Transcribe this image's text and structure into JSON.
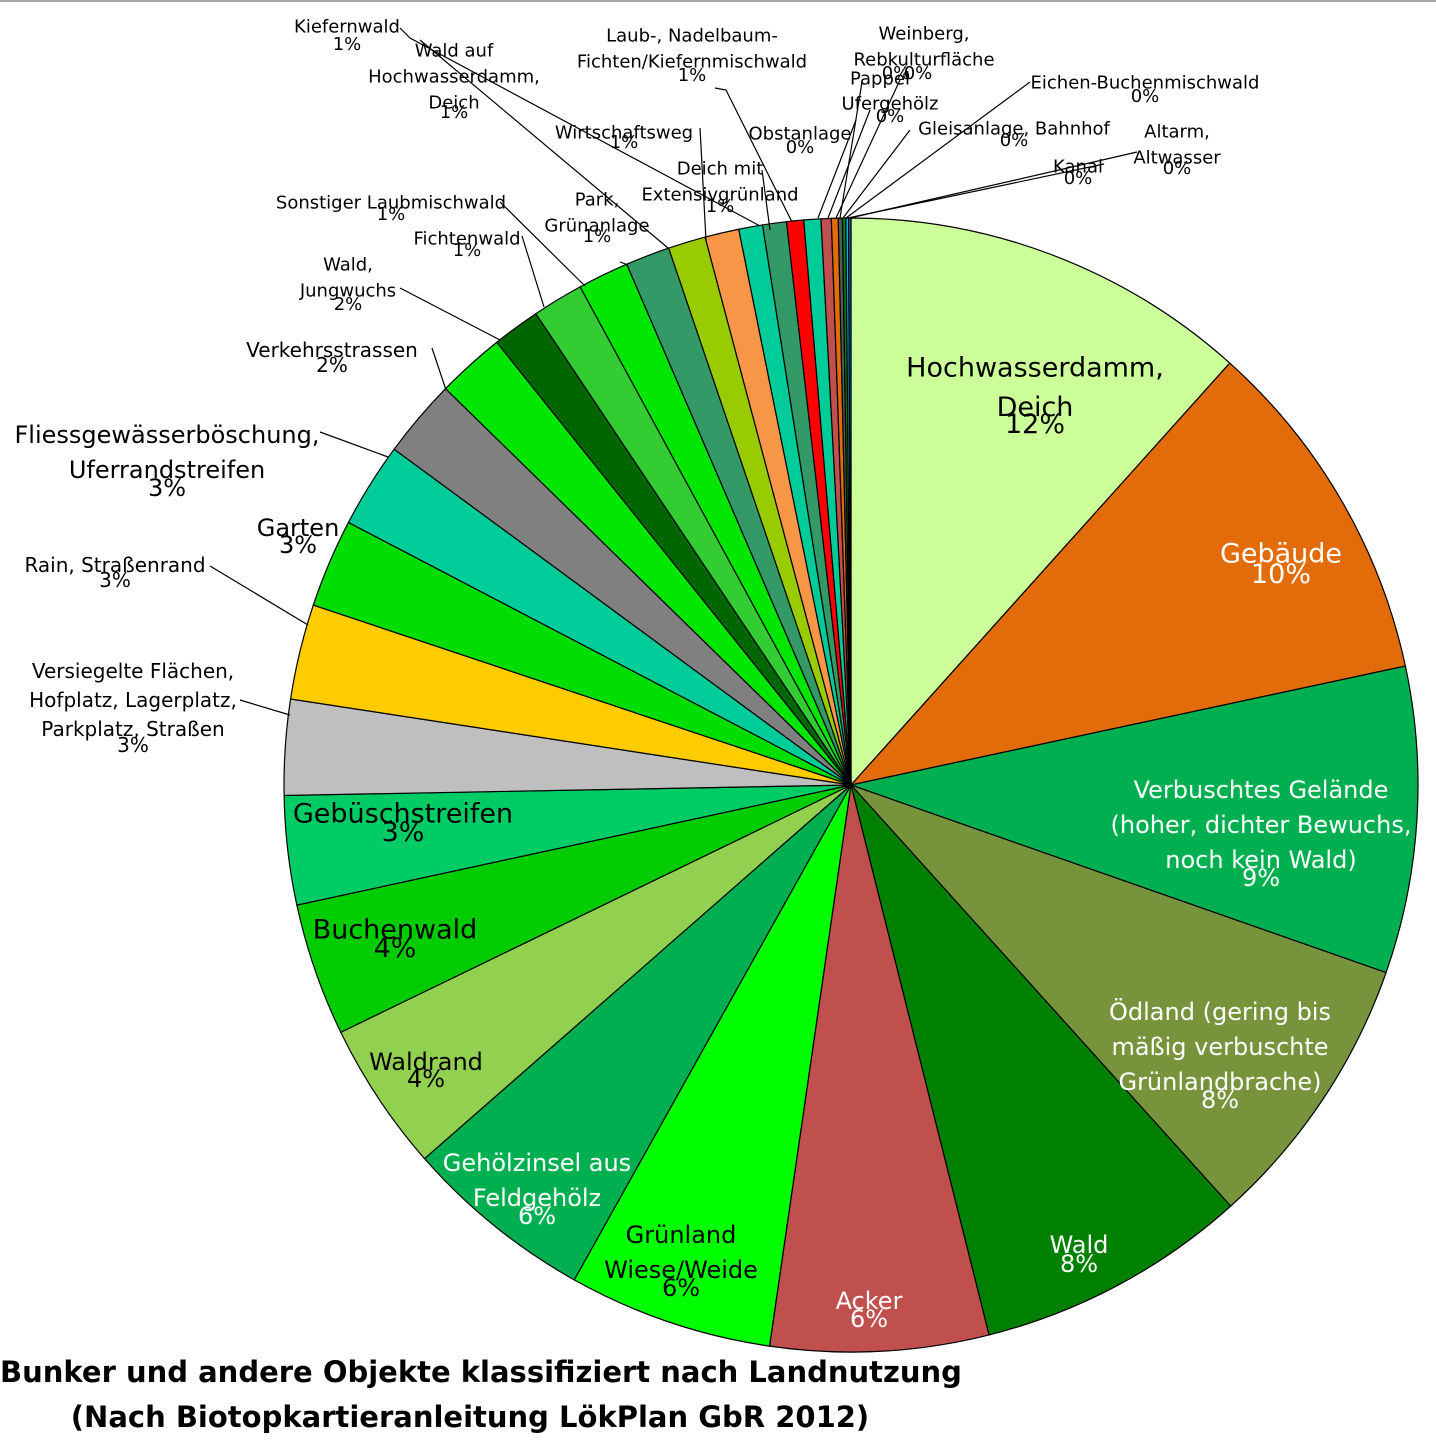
{
  "chart_data": {
    "type": "pie",
    "title": "Bunker und andere Objekte klassifiziert nach Landnutzung",
    "subtitle": "(Nach Biotopkartieranleitung LökPlan GbR 2012)",
    "legend": "none",
    "slices": [
      {
        "label": "Hochwasserdamm, Deich",
        "display": "12%",
        "value": 12.0,
        "color": "#ccff99",
        "text_color": "#000000"
      },
      {
        "label": "Gebäude",
        "display": "10%",
        "value": 10.3,
        "color": "#e26b0a",
        "text_color": "#ffffff"
      },
      {
        "label": "Verbuschtes Gelände (hoher, dichter Bewuchs, noch kein Wald)",
        "display": "9%",
        "value": 9.0,
        "color": "#00b050",
        "text_color": "#ffffff"
      },
      {
        "label": "Ödland (gering bis mäßig verbuschte Grünlandbrache)",
        "display": "8%",
        "value": 8.2,
        "color": "#77933c",
        "text_color": "#ffffff"
      },
      {
        "label": "Wald",
        "display": "8%",
        "value": 8.0,
        "color": "#008000",
        "text_color": "#ffffff"
      },
      {
        "label": "Acker",
        "display": "6%",
        "value": 6.4,
        "color": "#c0504d",
        "text_color": "#ffffff"
      },
      {
        "label": "Grünland Wiese/Weide",
        "display": "6%",
        "value": 6.0,
        "color": "#00ff00",
        "text_color": "#000000"
      },
      {
        "label": "Gehölzinsel aus Feldgehölz",
        "display": "6%",
        "value": 5.6,
        "color": "#00b050",
        "text_color": "#ffffff"
      },
      {
        "label": "Waldrand",
        "display": "4%",
        "value": 4.4,
        "color": "#92d050",
        "text_color": "#000000"
      },
      {
        "label": "Buchenwald",
        "display": "4%",
        "value": 3.9,
        "color": "#00cc00",
        "text_color": "#000000"
      },
      {
        "label": "Gebüschstreifen",
        "display": "3%",
        "value": 3.2,
        "color": "#00cc66",
        "text_color": "#000000"
      },
      {
        "label": "Versiegelte Flächen, Hofplatz, Lagerplatz, Parkplatz, Straßen",
        "display": "3%",
        "value": 2.8,
        "color": "#bfbfbf",
        "text_color": "#000000"
      },
      {
        "label": "Rain, Straßenrand",
        "display": "3%",
        "value": 2.8,
        "color": "#ffcc00",
        "text_color": "#000000"
      },
      {
        "label": "Garten",
        "display": "3%",
        "value": 2.6,
        "color": "#00dd00",
        "text_color": "#000000"
      },
      {
        "label": "Fliessgewässerböschung, Uferrandstreifen",
        "display": "3%",
        "value": 2.5,
        "color": "#00cc99",
        "text_color": "#000000"
      },
      {
        "label": "Verkehrsstrassen",
        "display": "2%",
        "value": 2.3,
        "color": "#808080",
        "text_color": "#000000"
      },
      {
        "label": "Wald, Jungwuchs",
        "display": "2%",
        "value": 2.0,
        "color": "#00e600",
        "text_color": "#000000"
      },
      {
        "label": "Fichtenwald",
        "display": "1%",
        "value": 1.4,
        "color": "#006600",
        "text_color": "#000000"
      },
      {
        "label": "Sonstiger Laubmischwald",
        "display": "1%",
        "value": 1.5,
        "color": "#33cc33",
        "text_color": "#000000"
      },
      {
        "label": "Park, Grünanlage",
        "display": "1%",
        "value": 1.5,
        "color": "#00e600",
        "text_color": "#000000"
      },
      {
        "label": "Wald auf Hochwasserdamm, Deich",
        "display": "1%",
        "value": 1.3,
        "color": "#339966",
        "text_color": "#000000"
      },
      {
        "label": "Wirtschaftsweg",
        "display": "1%",
        "value": 1.1,
        "color": "#99cc00",
        "text_color": "#000000"
      },
      {
        "label": "Deich mit Extensivgrünland",
        "display": "1%",
        "value": 1.0,
        "color": "#f79646",
        "text_color": "#000000"
      },
      {
        "label": "Kiefernwald",
        "display": "1%",
        "value": 0.7,
        "color": "#00cc99",
        "text_color": "#000000"
      },
      {
        "label": "Laub-, Nadelbaum-Fichten/Kiefernmischwald",
        "display": "1%",
        "value": 0.7,
        "color": "#339966",
        "text_color": "#000000"
      },
      {
        "label": "Obstanlage",
        "display": "0%",
        "value": 0.5,
        "color": "#ff0000",
        "text_color": "#000000"
      },
      {
        "label": "Ufergehölz",
        "display": "0%",
        "value": 0.5,
        "color": "#00cc99",
        "text_color": "#000000"
      },
      {
        "label": "Pappel",
        "display": "0%",
        "value": 0.3,
        "color": "#c0504d",
        "text_color": "#000000"
      },
      {
        "label": "Weinberg, Rebkulturfläche",
        "display": "0%",
        "value": 0.2,
        "color": "#e26b0a",
        "text_color": "#000000"
      },
      {
        "label": "Gleisanlage, Bahnhof",
        "display": "0%",
        "value": 0.12,
        "color": "#595959",
        "text_color": "#000000"
      },
      {
        "label": "Eichen-Buchenmischwald",
        "display": "0%",
        "value": 0.1,
        "color": "#008000",
        "text_color": "#000000"
      },
      {
        "label": "Kanal",
        "display": "0%",
        "value": 0.08,
        "color": "#00b0f0",
        "text_color": "#000000"
      },
      {
        "label": "Altarm, Altwasser",
        "display": "0%",
        "value": 0.07,
        "color": "#0070c0",
        "text_color": "#000000"
      }
    ]
  }
}
